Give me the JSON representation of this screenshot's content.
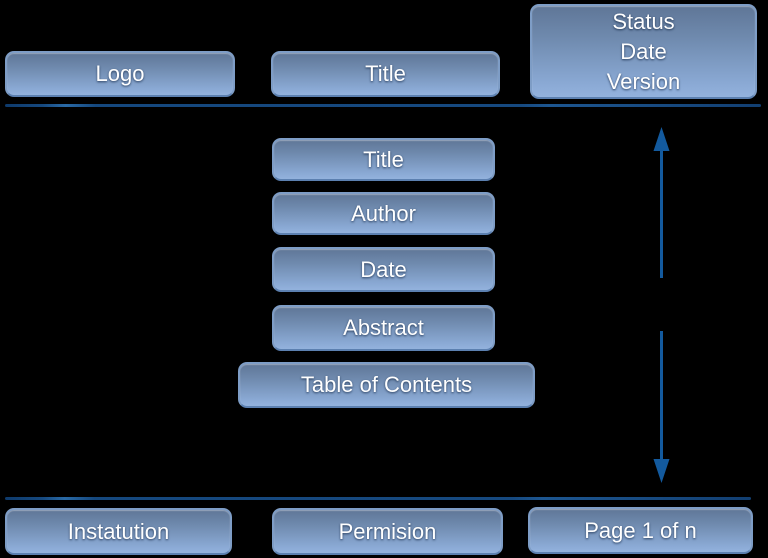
{
  "colors": {
    "background": "#000000",
    "box_gradient_top": "#5f7697",
    "box_gradient_bottom": "#93b2dd",
    "box_border": "#7e9dc6",
    "separator_line": "#16497f",
    "arrow": "#135a9e",
    "label_text": "#ffffff"
  },
  "header": {
    "logo": "Logo",
    "title": "Title",
    "status": [
      "Status",
      "Date",
      "Version"
    ]
  },
  "body": {
    "items": [
      "Title",
      "Author",
      "Date",
      "Abstract",
      "Table of Contents"
    ]
  },
  "footer": {
    "institution": "Instatution",
    "permission": "Permision",
    "page": "Page 1 of n"
  }
}
